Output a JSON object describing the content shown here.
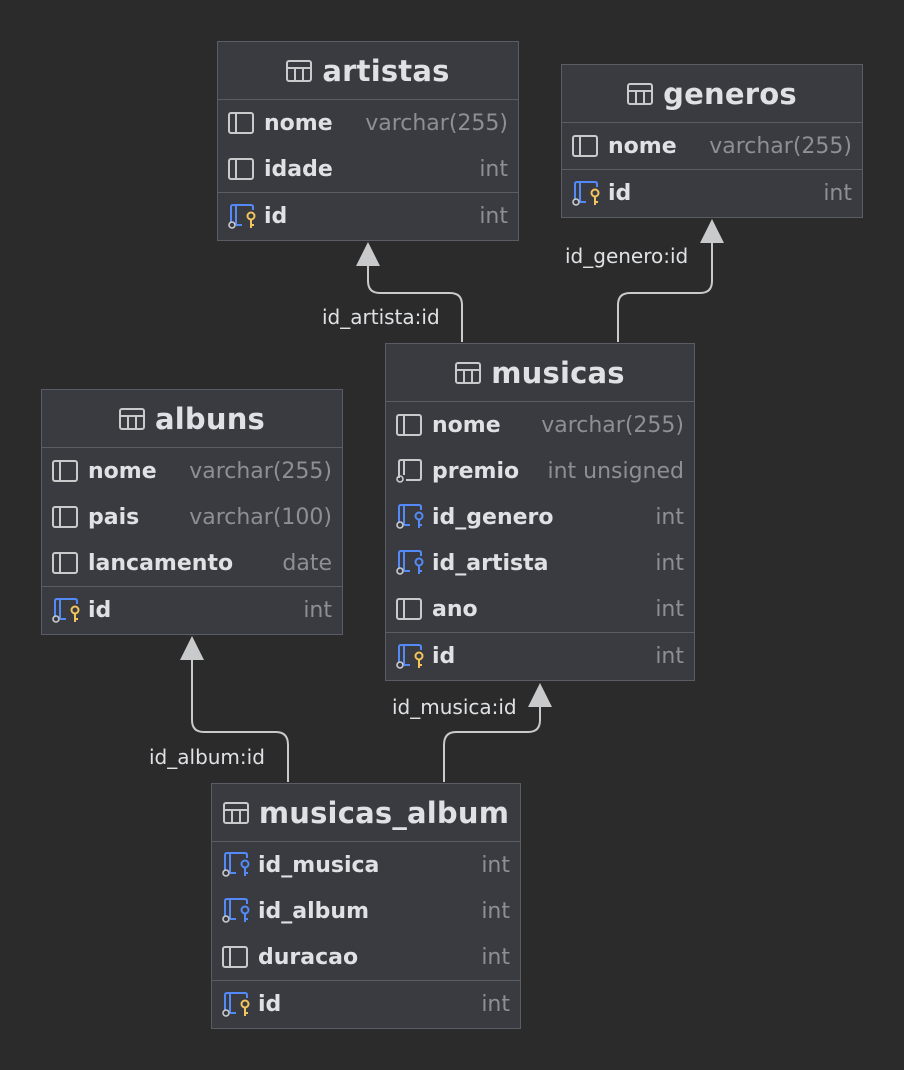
{
  "tables": {
    "artistas": {
      "title": "artistas",
      "columns": [
        {
          "name": "nome",
          "type": "varchar(255)",
          "kind": "column"
        },
        {
          "name": "idade",
          "type": "int",
          "kind": "column"
        }
      ],
      "pk": {
        "name": "id",
        "type": "int"
      }
    },
    "generos": {
      "title": "generos",
      "columns": [
        {
          "name": "nome",
          "type": "varchar(255)",
          "kind": "column"
        }
      ],
      "pk": {
        "name": "id",
        "type": "int"
      }
    },
    "musicas": {
      "title": "musicas",
      "columns": [
        {
          "name": "nome",
          "type": "varchar(255)",
          "kind": "column"
        },
        {
          "name": "premio",
          "type": "int unsigned",
          "kind": "nullable-column"
        },
        {
          "name": "id_genero",
          "type": "int",
          "kind": "foreign-key"
        },
        {
          "name": "id_artista",
          "type": "int",
          "kind": "foreign-key"
        },
        {
          "name": "ano",
          "type": "int",
          "kind": "column"
        }
      ],
      "pk": {
        "name": "id",
        "type": "int"
      }
    },
    "albuns": {
      "title": "albuns",
      "columns": [
        {
          "name": "nome",
          "type": "varchar(255)",
          "kind": "column"
        },
        {
          "name": "pais",
          "type": "varchar(100)",
          "kind": "column"
        },
        {
          "name": "lancamento",
          "type": "date",
          "kind": "column"
        }
      ],
      "pk": {
        "name": "id",
        "type": "int"
      }
    },
    "musicas_album": {
      "title": "musicas_album",
      "columns": [
        {
          "name": "id_musica",
          "type": "int",
          "kind": "foreign-key"
        },
        {
          "name": "id_album",
          "type": "int",
          "kind": "foreign-key"
        },
        {
          "name": "duracao",
          "type": "int",
          "kind": "column"
        }
      ],
      "pk": {
        "name": "id",
        "type": "int"
      }
    }
  },
  "relations": {
    "musicas_artistas": "id_artista:id",
    "musicas_generos": "id_genero:id",
    "musicas_album_albuns": "id_album:id",
    "musicas_album_musicas": "id_musica:id"
  },
  "colors": {
    "background": "#2b2b2b",
    "table_fill": "#393b40",
    "border": "#5a5d63",
    "type_text": "#8c8f94",
    "fk_icon": "#548af7",
    "pk_key": "#f2c55c"
  }
}
